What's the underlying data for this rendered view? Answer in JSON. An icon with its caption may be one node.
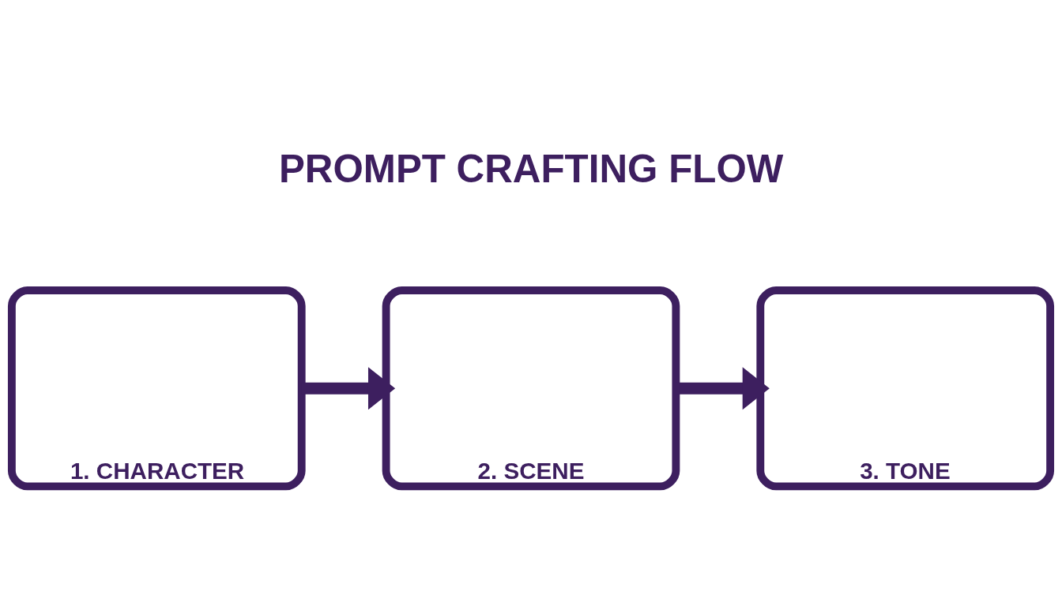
{
  "diagram": {
    "title": "PROMPT CRAFTING FLOW",
    "nodes": [
      {
        "text": [
          "1. CHARACTER"
        ]
      },
      {
        "text": [
          "2. SCENE"
        ]
      },
      {
        "text": [
          "3. TONE"
        ]
      }
    ],
    "edges": [
      {
        "from": 0,
        "to": 1,
        "arrow": "to"
      },
      {
        "from": 1,
        "to": 2,
        "arrow": "to"
      }
    ]
  }
}
